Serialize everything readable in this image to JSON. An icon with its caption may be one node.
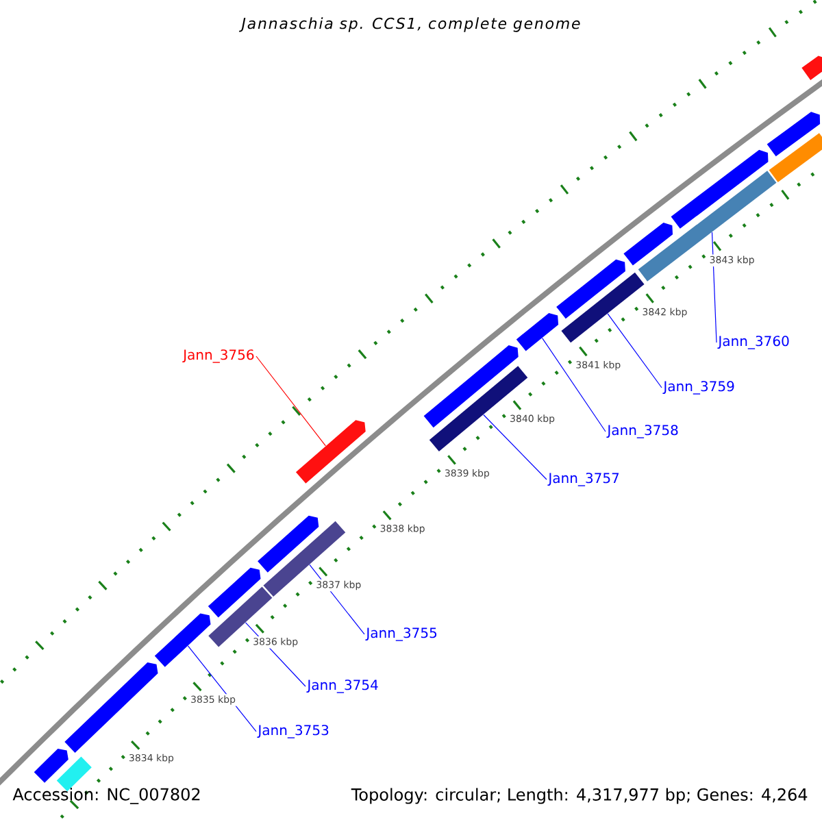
{
  "diagram": {
    "title": "Jannaschia sp. CCS1, complete genome",
    "nodes": [
      {
        "text": [],
        "shape": "arrow"
      },
      {
        "text": [],
        "shape": "bar"
      },
      {
        "text": [],
        "shape": "arrow"
      },
      {
        "text": [],
        "shape": "arrow"
      },
      {
        "text": [],
        "shape": "bar"
      },
      {
        "text": [],
        "shape": "arrow"
      },
      {
        "text": [],
        "shape": "bar"
      },
      {
        "text": [],
        "shape": "arrow"
      },
      {
        "text": [],
        "shape": "arrow"
      },
      {
        "text": [],
        "shape": "bar"
      },
      {
        "text": [],
        "shape": "arrow"
      },
      {
        "text": [],
        "shape": "arrow"
      },
      {
        "text": [],
        "shape": "bar"
      },
      {
        "text": [],
        "shape": "arrow"
      },
      {
        "text": [],
        "shape": "bar"
      },
      {
        "text": [],
        "shape": "arrow"
      },
      {
        "text": [],
        "shape": "arrow"
      },
      {
        "text": [],
        "shape": "bar"
      },
      {
        "text": [],
        "shape": "arrow"
      },
      {
        "text": [],
        "shape": "arrow"
      },
      {
        "text": [
          "Jann_3753"
        ]
      },
      {
        "text": [
          "Jann_3754"
        ]
      },
      {
        "text": [
          "Jann_3755"
        ]
      },
      {
        "text": [
          "Jann_3756"
        ]
      },
      {
        "text": [
          "Jann_3757"
        ]
      },
      {
        "text": [
          "Jann_3758"
        ]
      },
      {
        "text": [
          "Jann_3759"
        ]
      },
      {
        "text": [
          "Jann_3760"
        ]
      }
    ],
    "edges": [
      {
        "from": 20,
        "to": 3,
        "arrow": "none"
      },
      {
        "from": 21,
        "to": 4,
        "arrow": "none"
      },
      {
        "from": 22,
        "to": 6,
        "arrow": "none"
      },
      {
        "from": 23,
        "to": 8,
        "arrow": "none",
        "color": "#ff0000"
      },
      {
        "from": 24,
        "to": 9,
        "arrow": "none"
      },
      {
        "from": 25,
        "to": 11,
        "arrow": "none"
      },
      {
        "from": 26,
        "to": 12,
        "arrow": "none"
      },
      {
        "from": 27,
        "to": 14,
        "arrow": "none"
      }
    ],
    "labels": [
      "3834 kbp",
      "3835 kbp",
      "3836 kbp",
      "3837 kbp",
      "3838 kbp",
      "3839 kbp",
      "3840 kbp",
      "3841 kbp",
      "3842 kbp",
      "3843 kbp",
      "Accession: NC_007802",
      "Topology: circular; Length: 4,317,977 bp; Genes: 4,264"
    ]
  }
}
